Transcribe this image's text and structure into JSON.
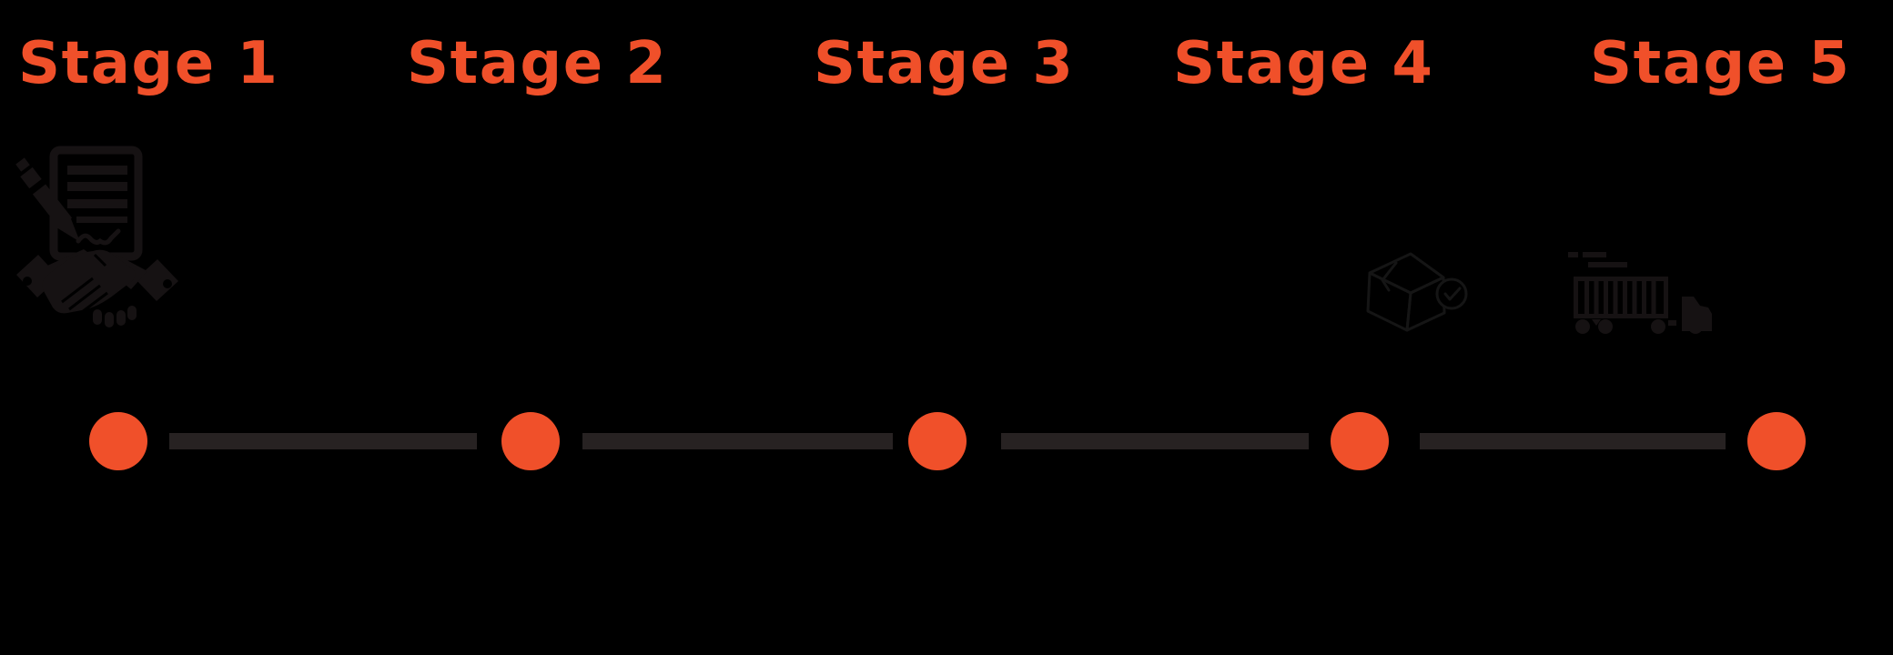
{
  "colors": {
    "accent": "#F0502A",
    "connector": "#272222",
    "background": "#000000",
    "icon": "#161213",
    "icon_outline": "#151515"
  },
  "stages": [
    {
      "label": "Stage 1",
      "icon": "contract-signing-handshake"
    },
    {
      "label": "Stage 2",
      "icon": ""
    },
    {
      "label": "Stage 3",
      "icon": ""
    },
    {
      "label": "Stage 4",
      "icon": "package-check"
    },
    {
      "label": "Stage 5",
      "icon": "delivery-truck"
    }
  ],
  "timeline": {
    "dots": 5,
    "connectors": 4
  }
}
